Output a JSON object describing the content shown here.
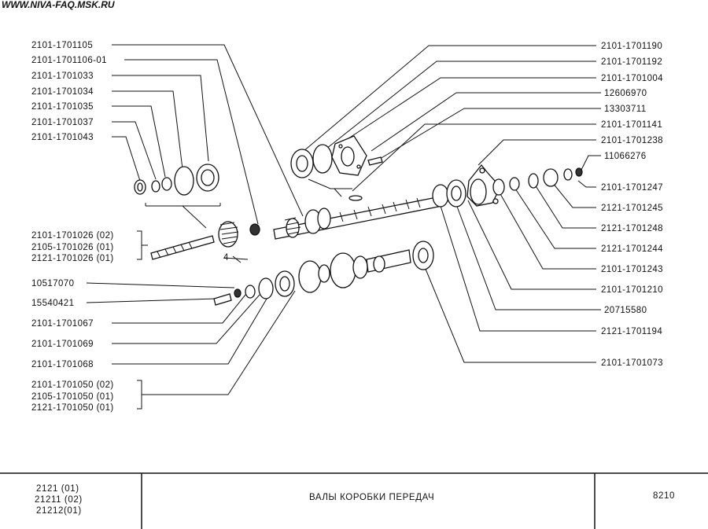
{
  "watermark": "WWW.NIVA-FAQ.MSK.RU",
  "callouts": {
    "left": [
      "2101-1701105",
      "2101-1701106-01",
      "2101-1701033",
      "2101-1701034",
      "2101-1701035",
      "2101-1701037",
      "2101-1701043"
    ],
    "left_group_1": [
      "2101-1701026 (02)",
      "2105-1701026 (01)",
      "2121-1701026 (01)"
    ],
    "left_lower": [
      "10517070",
      "15540421",
      "2101-1701067",
      "2101-1701069",
      "2101-1701068"
    ],
    "left_group_2": [
      "2101-1701050 (02)",
      "2105-1701050 (01)",
      "2121-1701050 (01)"
    ],
    "right": [
      "2101-1701190",
      "2101-1701192",
      "2101-1701004",
      "12606970",
      "13303711",
      "2101-1701141",
      "2101-1701238",
      "11066276",
      "2101-1701247",
      "2121-1701245",
      "2121-1701248",
      "2121-1701244",
      "2101-1701243",
      "2101-1701210",
      "20715580",
      "2121-1701194",
      "2101-1701073"
    ],
    "small_mark": "4"
  },
  "footer": {
    "models": [
      "2121 (01)",
      "21211 (02)",
      "21212(01)"
    ],
    "title": "ВАЛЫ КОРОБКИ ПЕРЕДАЧ",
    "page": "8210"
  }
}
